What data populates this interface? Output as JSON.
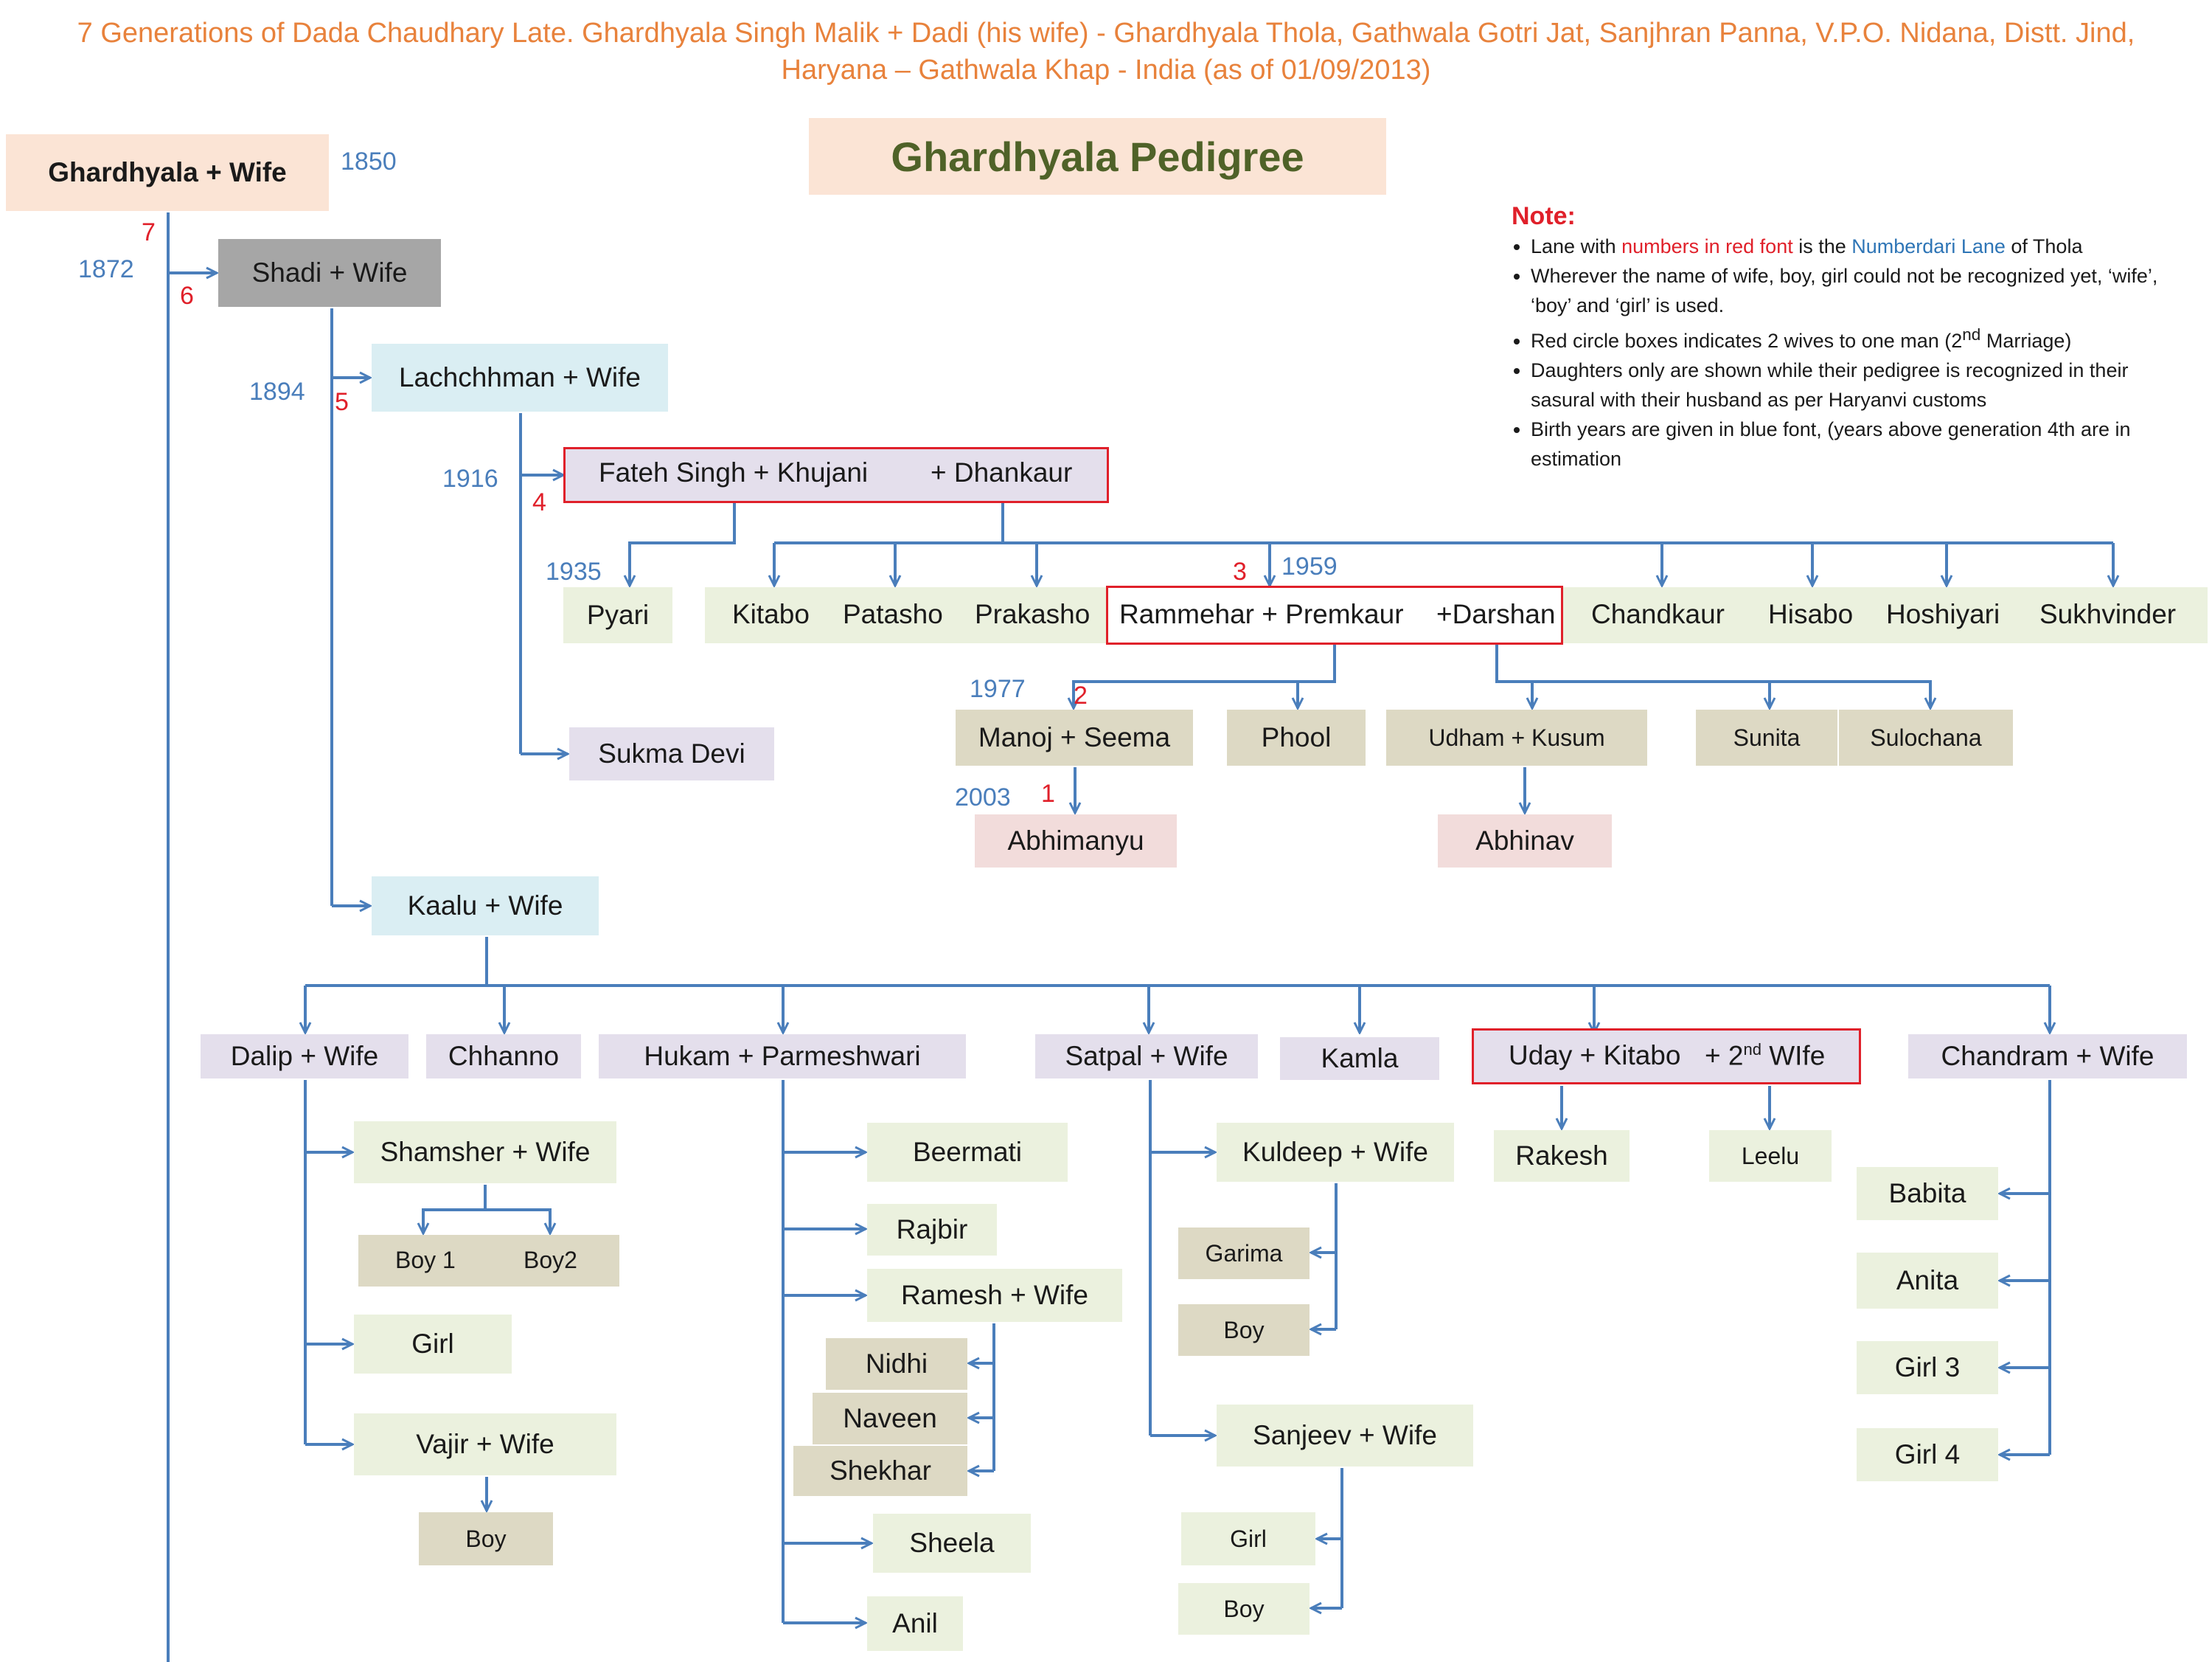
{
  "header": {
    "line1": "7 Generations of Dada Chaudhary Late. Ghardhyala Singh Malik + Dadi (his wife) - Ghardhyala Thola, Gathwala Gotri Jat,  Sanjhran Panna, V.P.O. Nidana, Distt. Jind,",
    "line2": "Haryana – Gathwala Khap - India (as of 01/09/2013)"
  },
  "title": "Ghardhyala Pedigree",
  "note": {
    "title": "Note:",
    "b1_pre": "Lane with ",
    "b1_red": "numbers in red font",
    "b1_mid": " is the ",
    "b1_blue": "Numberdari Lane",
    "b1_post": " of Thola",
    "b2": "Wherever the name of wife, boy, girl could not be recognized yet, ‘wife’, ‘boy’ and ‘girl’  is used.",
    "b3_pre": "Red circle boxes indicates 2 wives to one man (2",
    "b3_sup": "nd",
    "b3_post": " Marriage)",
    "b4": "Daughters only are shown while their pedigree is recognized in their sasural with their husband  as per Haryanvi customs",
    "b5": "Birth years are given in blue font, (years above generation 4th are in estimation"
  },
  "years": {
    "y1850": "1850",
    "y1872": "1872",
    "y1894": "1894",
    "y1916": "1916",
    "y1935": "1935",
    "y1959": "1959",
    "y1977": "1977",
    "y2003": "2003"
  },
  "lane": {
    "n7": "7",
    "n6": "6",
    "n5": "5",
    "n4": "4",
    "n3": "3",
    "n2": "2",
    "n1": "1"
  },
  "people": {
    "ghardhyala": "Ghardhyala + Wife",
    "shadi": "Shadi  + Wife",
    "lachchhman": "Lachchhman + Wife",
    "fateh": "Fateh Singh + Khujani",
    "dhankaur": "+ Dhankaur",
    "pyari": "Pyari",
    "kitabo": "Kitabo",
    "patasho": "Patasho",
    "prakasho": "Prakasho",
    "rammehar": "Rammehar + Premkaur",
    "darshan": "+Darshan",
    "chandkaur": "Chandkaur",
    "hisabo": "Hisabo",
    "hoshiyari": "Hoshiyari",
    "sukhvinder": "Sukhvinder",
    "manoj": "Manoj + Seema",
    "phool": "Phool",
    "udham": "Udham + Kusum",
    "sunita": "Sunita",
    "sulochana": "Sulochana",
    "abhimanyu": "Abhimanyu",
    "abhinav": "Abhinav",
    "sukma": "Sukma Devi",
    "kaalu": "Kaalu + Wife",
    "dalip": "Dalip + Wife",
    "chhanno": "Chhanno",
    "hukam": "Hukam  + Parmeshwari",
    "satpal": "Satpal + Wife",
    "kamla": "Kamla",
    "uday": "Uday + Kitabo",
    "uday2_pre": "+ 2",
    "uday2_sup": "nd",
    "uday2_post": " WIfe",
    "chandram": "Chandram + Wife",
    "shamsher": "Shamsher + Wife",
    "boy1": "Boy 1",
    "boy2": "Boy2",
    "girl_dalip": "Girl",
    "vajir": "Vajir + Wife",
    "boy_vajir": "Boy",
    "beermati": "Beermati",
    "rajbir": "Rajbir",
    "ramesh": "Ramesh + Wife",
    "nidhi": "Nidhi",
    "naveen": "Naveen",
    "shekhar": "Shekhar",
    "sheela": "Sheela",
    "anil": "Anil",
    "kuldeep": "Kuldeep + Wife",
    "garima": "Garima",
    "boy_kuldeep": "Boy",
    "sanjeev": "Sanjeev + Wife",
    "girl_sanjeev": "Girl",
    "boy_sanjeev": "Boy",
    "rakesh": "Rakesh",
    "leelu": "Leelu",
    "babita": "Babita",
    "anita": "Anita",
    "girl3": "Girl 3",
    "girl4": "Girl 4"
  },
  "colors": {
    "connector": "#4A7EBB",
    "second_marriage_border": "#E0202A",
    "header_text": "#E8823C",
    "title_text": "#4F6228"
  }
}
